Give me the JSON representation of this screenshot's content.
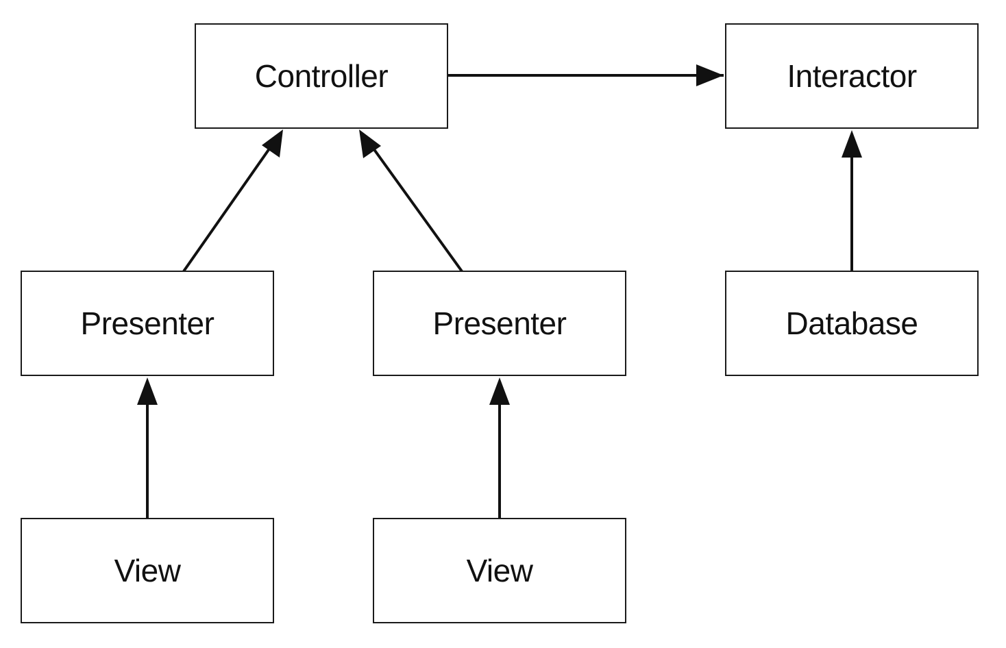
{
  "nodes": {
    "controller": "Controller",
    "interactor": "Interactor",
    "presenter_left": "Presenter",
    "presenter_right": "Presenter",
    "database": "Database",
    "view_left": "View",
    "view_right": "View"
  },
  "edges": [
    {
      "from": "controller",
      "to": "interactor"
    },
    {
      "from": "presenter_left",
      "to": "controller"
    },
    {
      "from": "presenter_right",
      "to": "controller"
    },
    {
      "from": "database",
      "to": "interactor"
    },
    {
      "from": "view_left",
      "to": "presenter_left"
    },
    {
      "from": "view_right",
      "to": "presenter_right"
    }
  ],
  "colors": {
    "stroke": "#1a1a1a",
    "text": "#111111",
    "background": "#ffffff"
  }
}
